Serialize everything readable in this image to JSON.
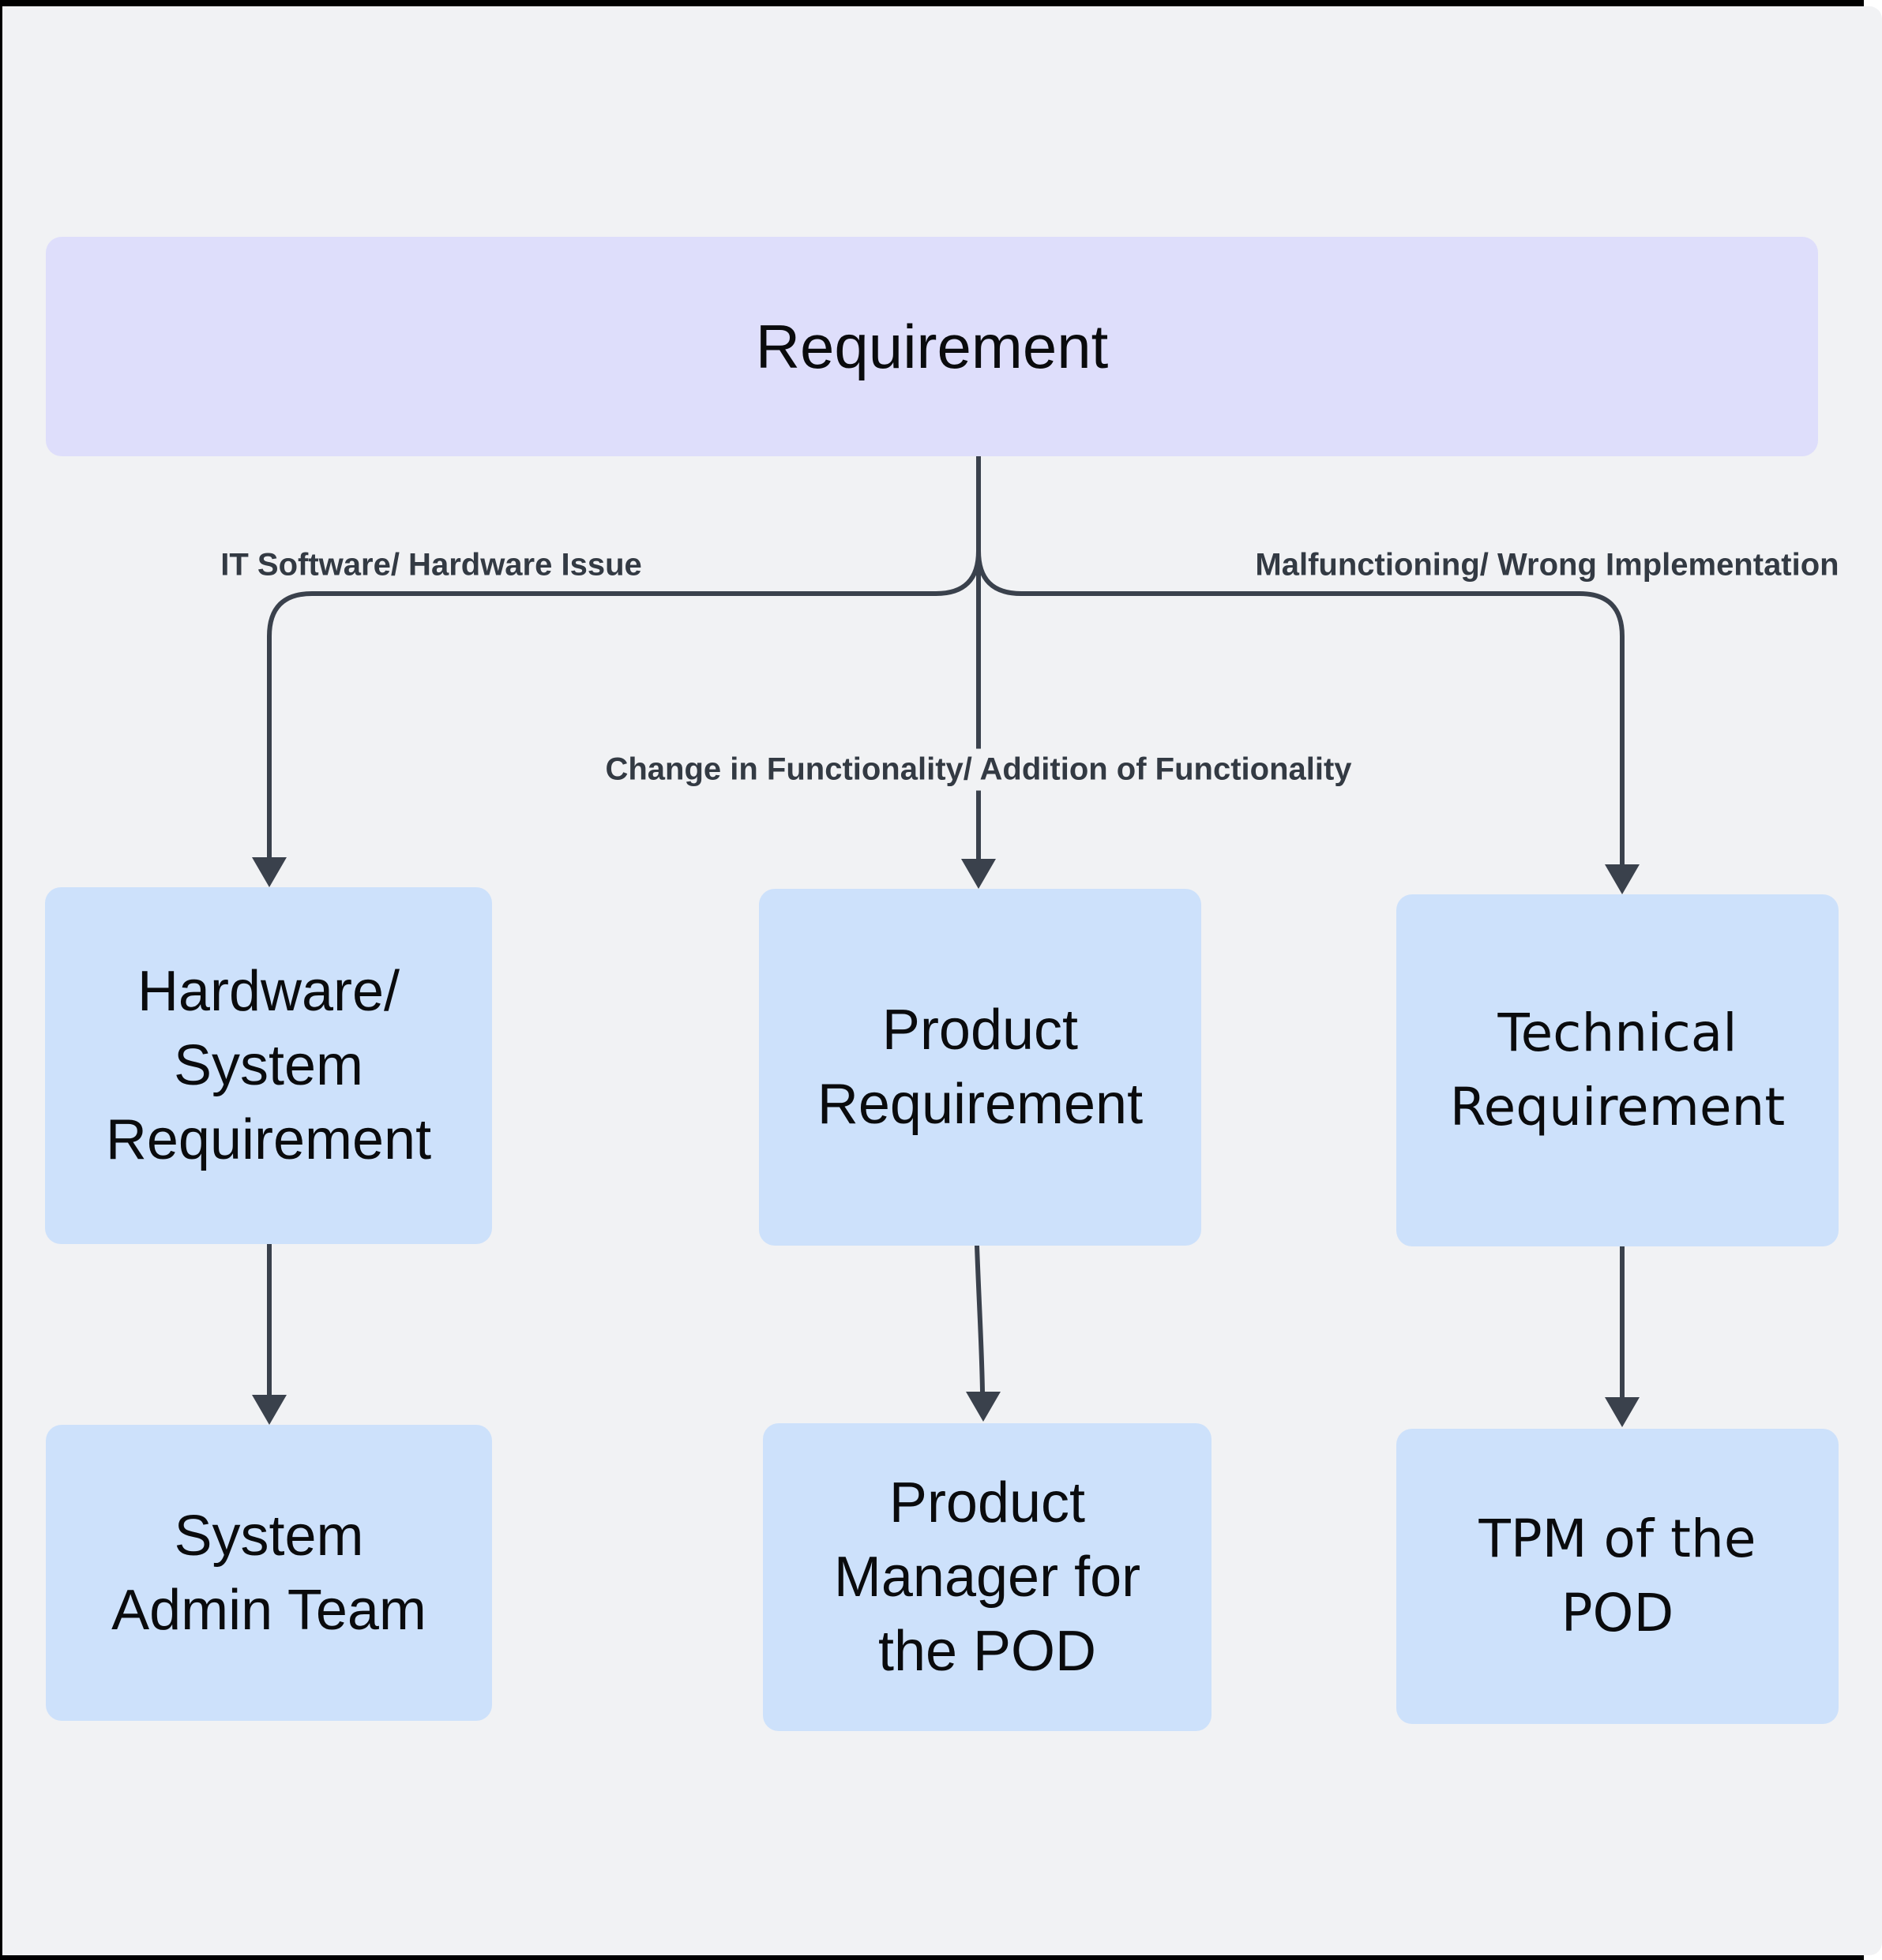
{
  "colors": {
    "canvas_bg": "#f1f2f4",
    "frame": "#000000",
    "root_node_fill": "#dedefb",
    "node_fill": "#cde1fb",
    "edge_stroke": "#3a414c",
    "edge_label_text": "#333a43",
    "node_text": "#0a0b0d"
  },
  "nodes": {
    "requirement": {
      "label": "Requirement",
      "lines": [
        "Requirement"
      ]
    },
    "hardware_system_requirement": {
      "label": "Hardware/ System Requirement",
      "lines": [
        "Hardware/",
        "System",
        "Requirement"
      ]
    },
    "product_requirement": {
      "label": "Product Requirement",
      "lines": [
        "Product",
        "Requirement"
      ]
    },
    "technical_requirement": {
      "label": "Technical Requirement",
      "lines": [
        "Technical",
        "Requirement"
      ]
    },
    "system_admin_team": {
      "label": "System Admin Team",
      "lines": [
        "System",
        "Admin Team"
      ]
    },
    "product_manager_pod": {
      "label": "Product Manager for the POD",
      "lines": [
        "Product",
        "Manager for",
        "the POD"
      ]
    },
    "tpm_pod": {
      "label": "TPM of the POD",
      "lines": [
        "TPM of the",
        "POD"
      ]
    }
  },
  "edges": {
    "it_software_hardware_issue": {
      "label": "IT Software/ Hardware Issue"
    },
    "change_in_functionality": {
      "label": "Change in Functionality/ Addition of Functionality"
    },
    "malfunctioning_wrong_implementation": {
      "label": "Malfunctioning/ Wrong Implementation"
    }
  }
}
